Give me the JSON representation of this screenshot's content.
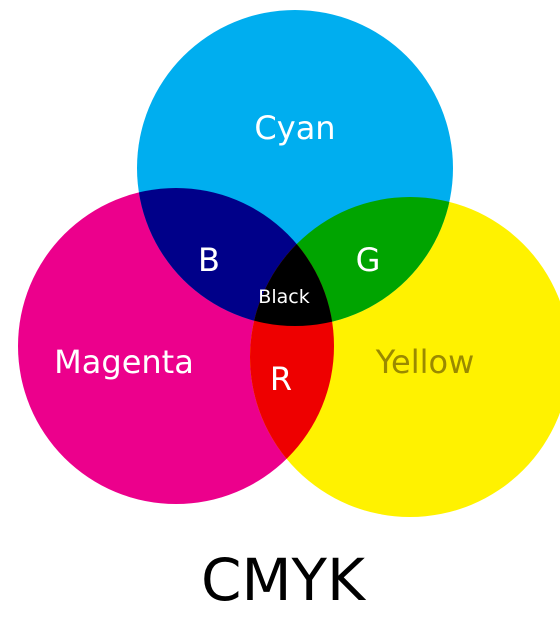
{
  "diagram": {
    "title": "CMYK",
    "circles": {
      "cyan": {
        "label": "Cyan",
        "color": "#00AEEF",
        "label_color": "#FFFFFF"
      },
      "magenta": {
        "label": "Magenta",
        "color": "#EC008C",
        "label_color": "#FFFFFF"
      },
      "yellow": {
        "label": "Yellow",
        "color": "#FFF200",
        "label_color": "#9A8A00"
      }
    },
    "overlaps": {
      "cyan_magenta": {
        "label": "B",
        "color": "#000089",
        "label_color": "#FFFFFF"
      },
      "cyan_yellow": {
        "label": "G",
        "color": "#00A400",
        "label_color": "#FFFFFF"
      },
      "magenta_yellow": {
        "label": "R",
        "color": "#EE0000",
        "label_color": "#FFFFFF"
      },
      "all": {
        "label": "Black",
        "color": "#000000",
        "label_color": "#FFFFFF"
      }
    }
  }
}
